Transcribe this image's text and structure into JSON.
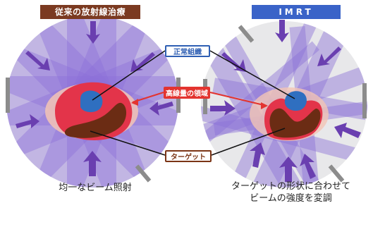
{
  "conventional": {
    "title": "従来の放射線治療",
    "caption": "均一なビーム照射",
    "banner_color": "#7b3a21"
  },
  "imrt": {
    "title": "IMRT",
    "caption_line1": "ターゲットの形状に合わせて",
    "caption_line2": "ビームの強度を変調",
    "banner_color": "#3a63c8"
  },
  "labels": {
    "normal_tissue": "正常組織",
    "high_dose": "高線量の領域",
    "target": "ターゲット"
  },
  "colors": {
    "beam": "#8c70d8",
    "arrow": "#6a3fb0",
    "target": "#6b2c14",
    "high_dose": "#e3344a",
    "normal_tissue": "#2f6fc0",
    "halo": "#f3c4b5"
  }
}
